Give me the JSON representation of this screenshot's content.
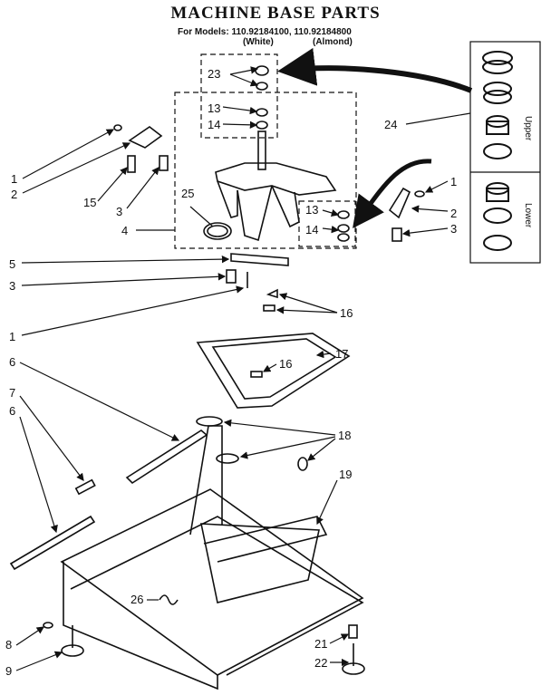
{
  "header": {
    "title": "MACHINE BASE PARTS",
    "models": "For Models: 110.92184100, 110.92184800",
    "variant_white": "(White)",
    "variant_almond": "(Almond)"
  },
  "callouts": [
    "1",
    "2",
    "15",
    "3",
    "4",
    "25",
    "23",
    "13",
    "14",
    "24",
    "13",
    "14",
    "1",
    "2",
    "3",
    "5",
    "3",
    "1",
    "16",
    "16",
    "17",
    "6",
    "7",
    "6",
    "18",
    "19",
    "26",
    "8",
    "9",
    "21",
    "22"
  ],
  "bearing_kit": {
    "upper_label": "Upper",
    "lower_label": "Lower"
  },
  "colors": {
    "line": "#111111",
    "background": "#ffffff"
  }
}
